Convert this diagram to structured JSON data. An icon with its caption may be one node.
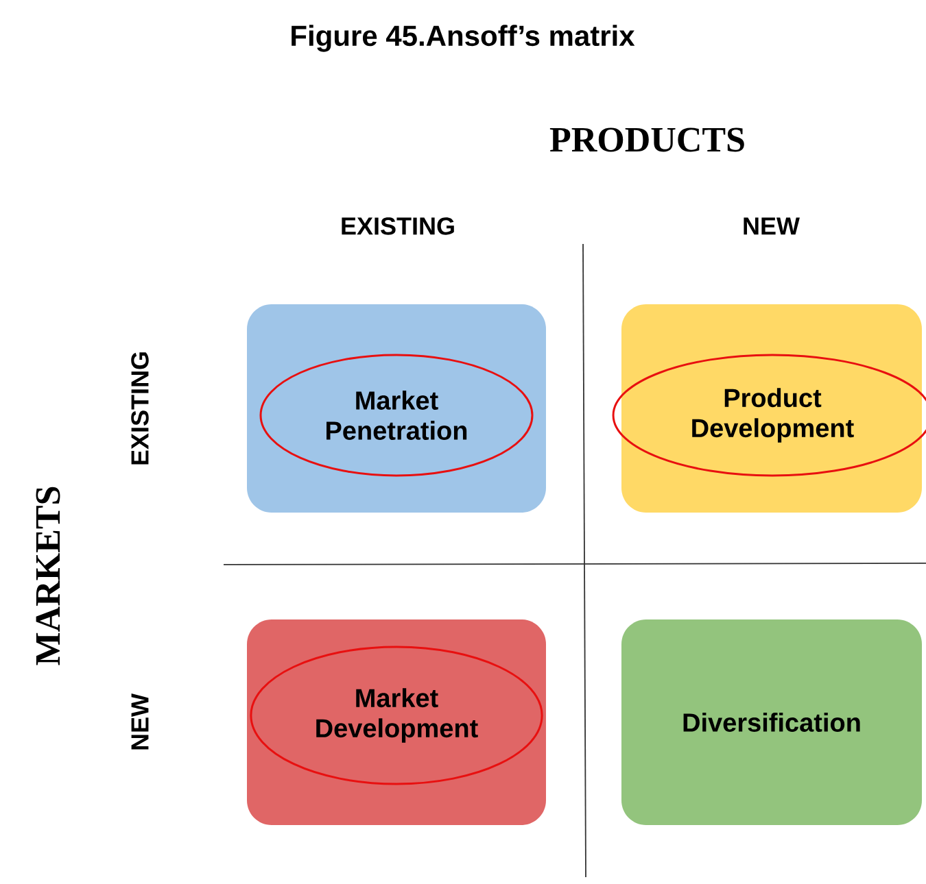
{
  "diagram": {
    "title": "Figure 45.Ansoff’s matrix",
    "nodes": [
      {
        "text": [],
        "shape": "box"
      },
      {
        "text": [
          "Market Penetration"
        ],
        "in": 0
      },
      {
        "text": [],
        "shape": "box"
      },
      {
        "text": [
          "Product Development"
        ],
        "in": 2
      },
      {
        "text": [],
        "shape": "box"
      },
      {
        "text": [
          "Market Development"
        ],
        "in": 4
      },
      {
        "text": [
          "Diversification"
        ]
      }
    ],
    "labels": [
      "PRODUCTS",
      "EXISTING",
      "NEW",
      "MARKETS",
      "EXISTING",
      "NEW"
    ]
  }
}
